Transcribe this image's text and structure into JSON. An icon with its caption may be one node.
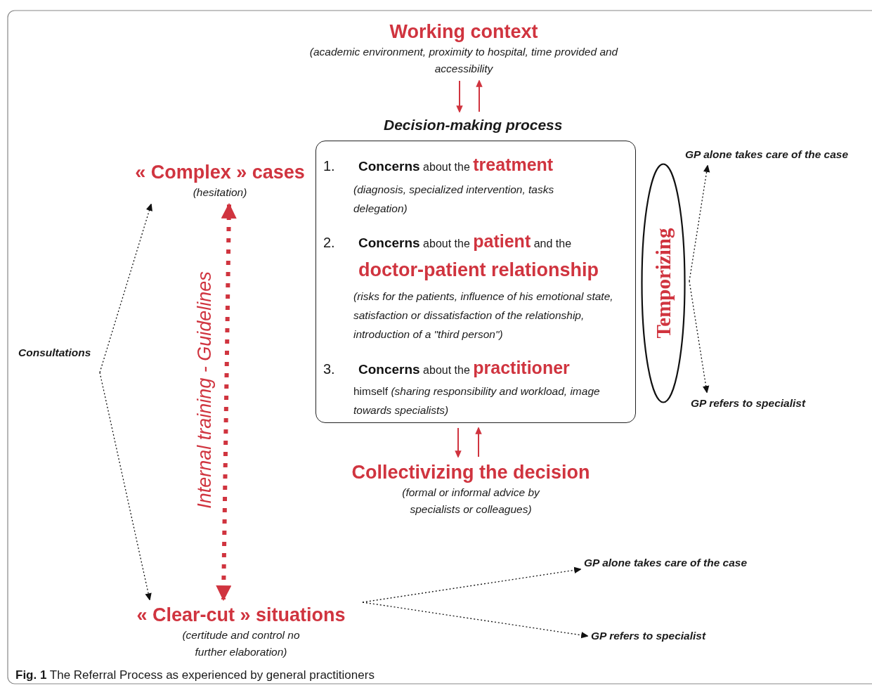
{
  "diagram": {
    "caption": "**Fig. 1** The Referral Process as experienced by general practitioners",
    "nodes": [
      {
        "text": [
          "Working context",
          "(academic environment, proximity to hospital, time provided and accessibility"
        ]
      },
      {
        "text": [
          "Decision-making process",
          "1.",
          "**Concerns** about the **treatment**",
          "(diagnosis, specialized intervention, tasks delegation)",
          "2.",
          "**Concerns** about the **patient** and the **doctor-patient relationship**",
          "(risks for the patients, influence of his emotional state, satisfaction or dissatisfaction of the relationship, introduction of a \"third person\")",
          "3.",
          "**Concerns** about the **practitioner**",
          "himself *(sharing responsibility and workload, image towards specialists)*"
        ]
      },
      {
        "text": [
          "Temporizing"
        ]
      },
      {
        "text": [
          "GP alone takes care of the case"
        ]
      },
      {
        "text": [
          "GP refers to specialist"
        ]
      },
      {
        "text": [
          "« Complex » cases",
          "(hesitation)"
        ]
      },
      {
        "text": [
          "Consultations"
        ]
      },
      {
        "text": [
          "Collectivizing the decision",
          "(formal or informal advice by specialists or colleagues)"
        ]
      },
      {
        "text": [
          "« Clear-cut » situations",
          "(certitude and control no further elaboration)"
        ]
      },
      {
        "text": [
          "GP alone takes care of the case"
        ]
      },
      {
        "text": [
          "GP refers to specialist"
        ]
      }
    ],
    "edges": [
      {
        "from": 0,
        "to": 1,
        "arrow": "to",
        "color": "#d0343f"
      },
      {
        "from": 1,
        "to": 0,
        "arrow": "to",
        "color": "#d0343f"
      },
      {
        "from": 1,
        "to": 7,
        "arrow": "to",
        "color": "#d0343f"
      },
      {
        "from": 7,
        "to": 1,
        "arrow": "to",
        "color": "#d0343f"
      },
      {
        "from": 2,
        "to": 3,
        "arrow": "to",
        "style": "dashed"
      },
      {
        "from": 2,
        "to": 4,
        "arrow": "to",
        "style": "dashed"
      },
      {
        "from": 6,
        "to": 5,
        "arrow": "to",
        "style": "dashed"
      },
      {
        "from": 6,
        "to": 8,
        "arrow": "to",
        "style": "dashed"
      },
      {
        "from": 5,
        "to": 8,
        "arrow": "both",
        "style": "dashed",
        "color": "#d0343f",
        "label": "Internal training - Guidelines"
      },
      {
        "from": 8,
        "to": 9,
        "arrow": "to",
        "style": "dashed"
      },
      {
        "from": 8,
        "to": 10,
        "arrow": "to",
        "style": "dashed"
      }
    ]
  }
}
